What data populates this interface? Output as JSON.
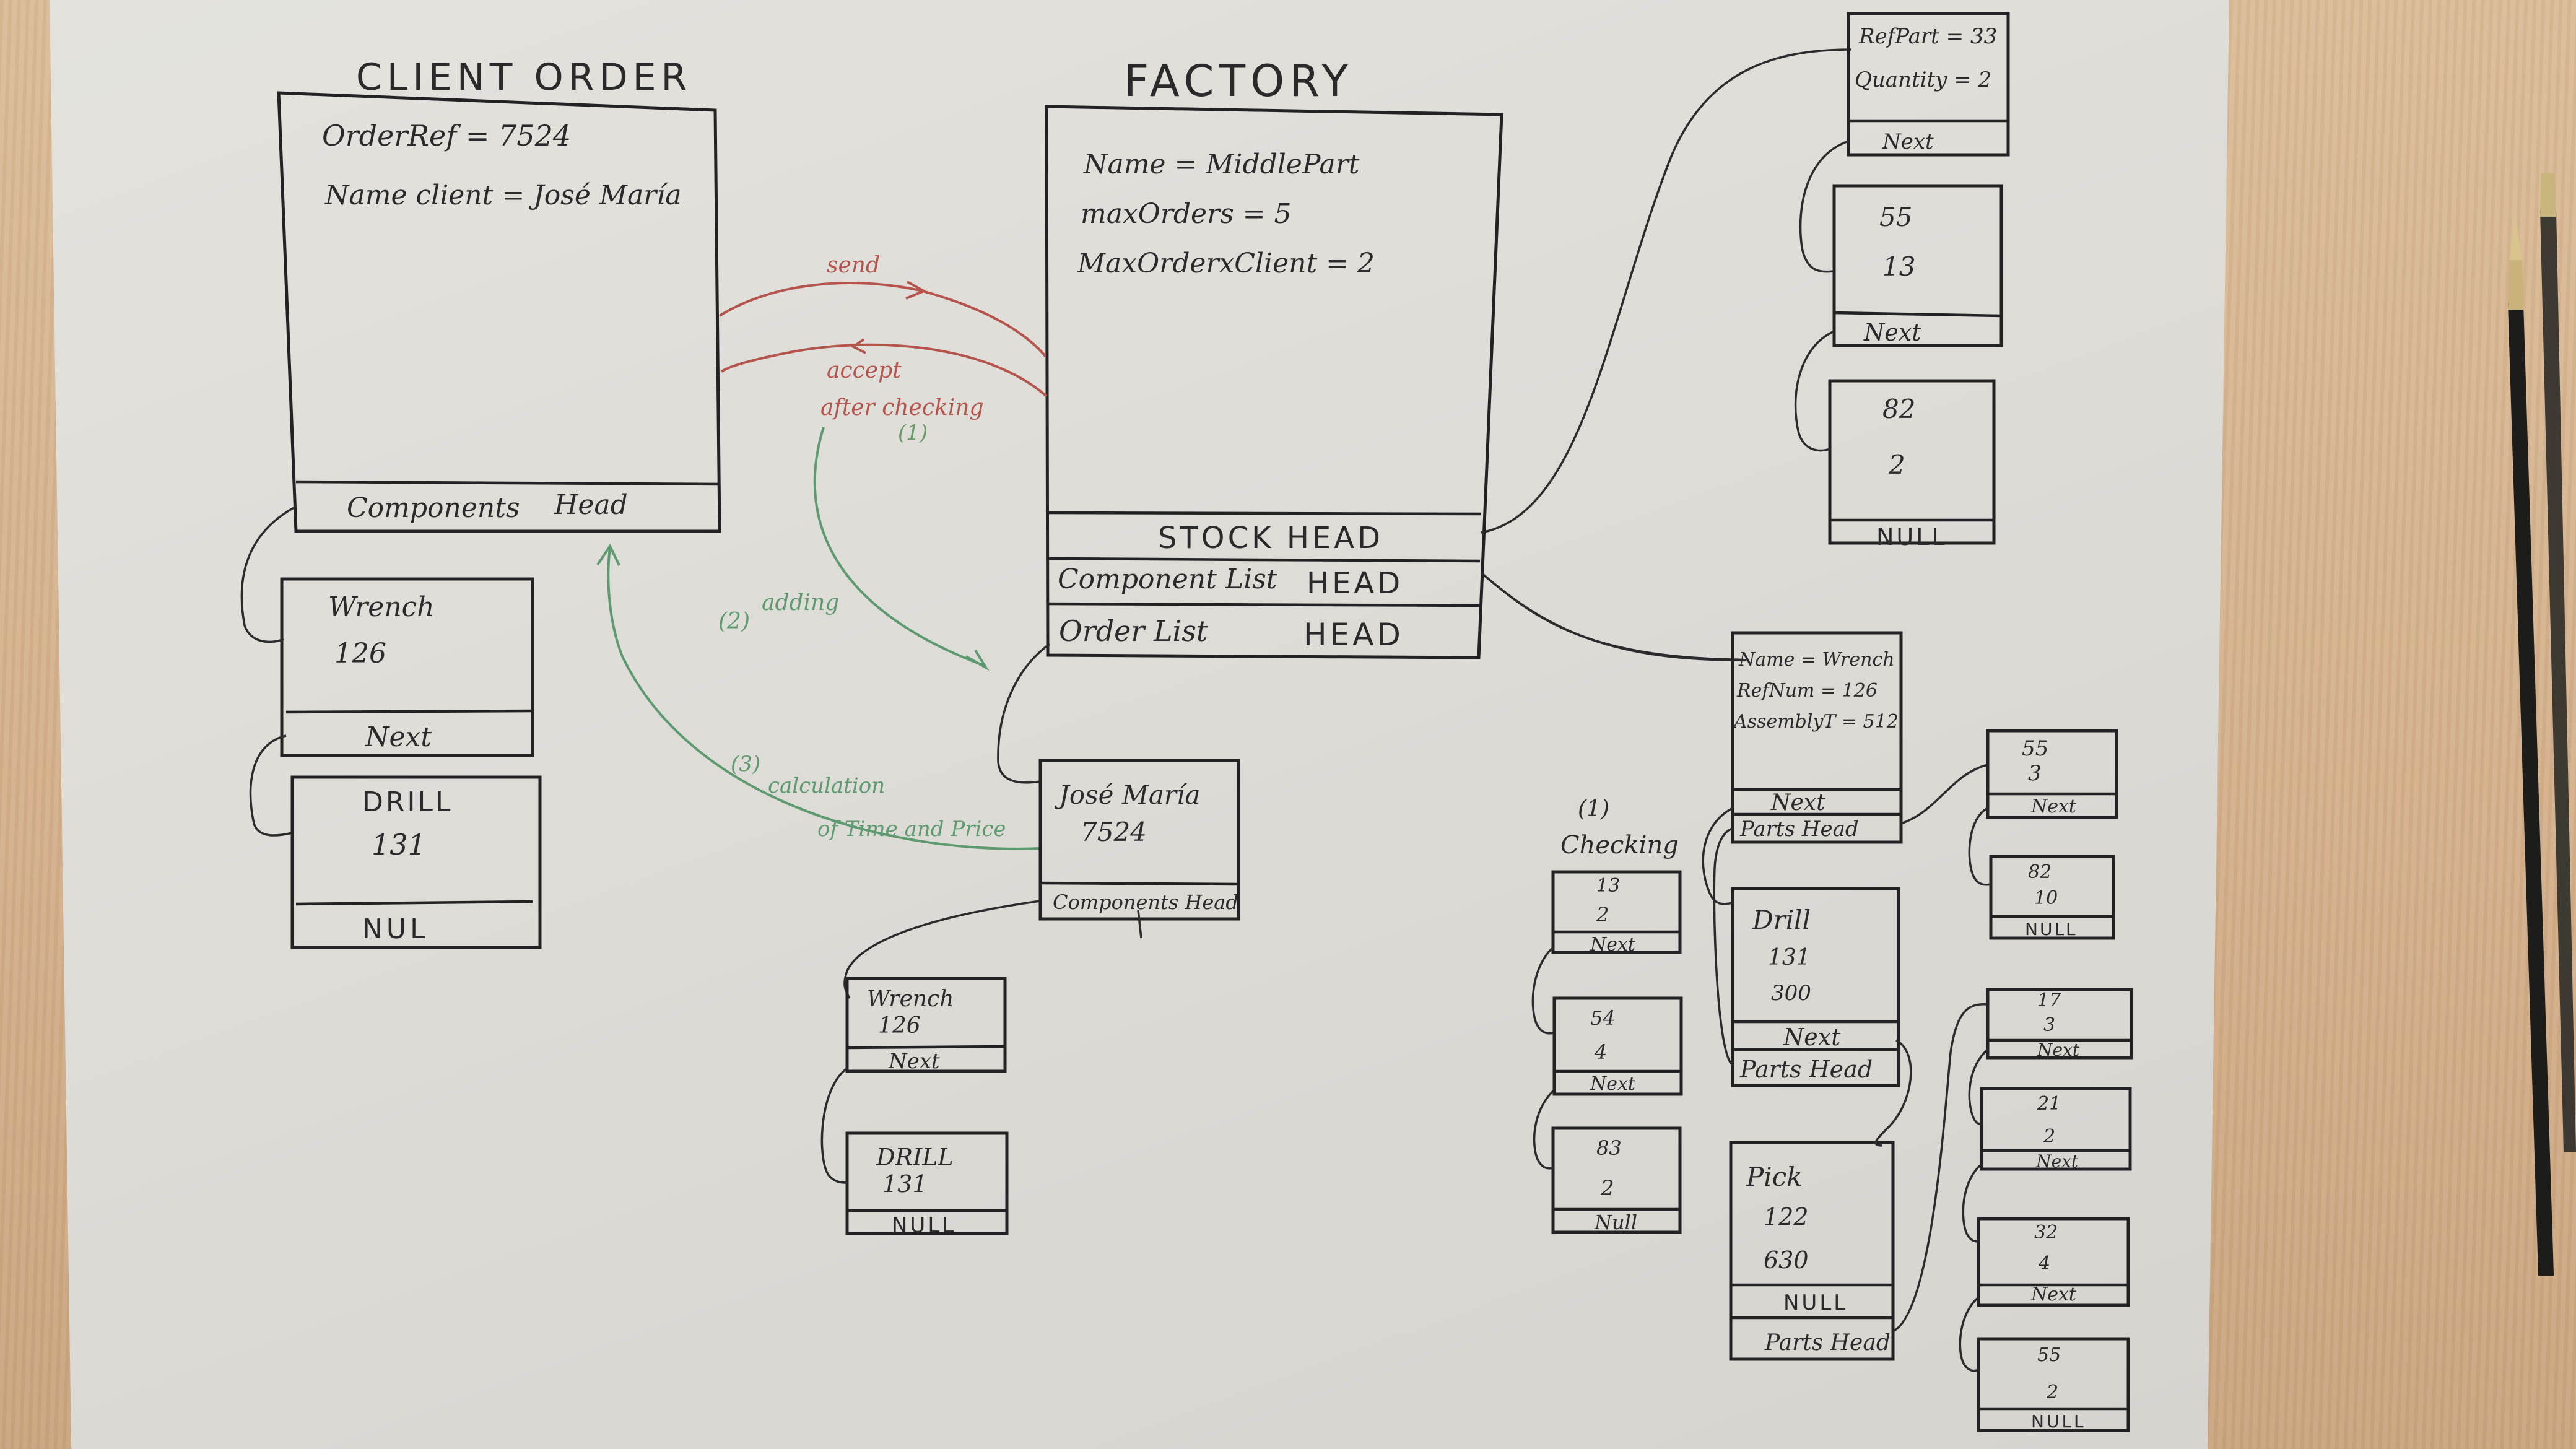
{
  "client_order": {
    "title": "CLIENT ORDER",
    "order_ref": "OrderRef = 7524",
    "name_client": "Name client = José María",
    "components_head": "Components",
    "head": "Head",
    "components": [
      {
        "name": "Wrench",
        "ref": "126",
        "link": "Next"
      },
      {
        "name": "DRILL",
        "ref": "131",
        "link": "NUL"
      }
    ]
  },
  "factory": {
    "title": "FACTORY",
    "name": "Name = MiddlePart",
    "max_orders": "maxOrders = 5",
    "max_order_client": "MaxOrderxClient = 2",
    "stock_head": "STOCK HEAD",
    "component_list": "Component List",
    "order_list": "Order List",
    "head": "HEAD"
  },
  "arrows": {
    "send": "send",
    "accept": "accept",
    "after_checking": "after checking",
    "n1": "(1)",
    "n2": "(2)",
    "adding": "adding",
    "n3": "(3)",
    "calculation_a": "calculation",
    "calculation_b": "of Time and Price",
    "n1_checking": "(1)",
    "checking": "Checking"
  },
  "order_node": {
    "name": "José María",
    "ref": "7524",
    "components_head": "Components Head",
    "components": [
      {
        "name": "Wrench",
        "ref": "126",
        "link": "Next"
      },
      {
        "name": "DRILL",
        "ref": "131",
        "link": "NULL"
      }
    ]
  },
  "stock": [
    {
      "l1": "RefPart = 33",
      "l2": "Quantity = 2",
      "link": "Next"
    },
    {
      "l1": "55",
      "l2": "13",
      "link": "Next"
    },
    {
      "l1": "82",
      "l2": "2",
      "link": "NULL"
    }
  ],
  "component_list": [
    {
      "l1": "Name = Wrench",
      "l2": "RefNum = 126",
      "l3": "AssemblyT = 512",
      "link": "Next",
      "parts": "Parts Head"
    },
    {
      "l1": "Drill",
      "l2": "131",
      "l3": "300",
      "link": "Next",
      "parts": "Parts Head"
    },
    {
      "l1": "Pick",
      "l2": "122",
      "l3": "630",
      "link": "NULL",
      "parts": "Parts Head"
    }
  ],
  "wrench_parts": [
    {
      "a": "55",
      "b": "3",
      "link": "Next"
    },
    {
      "a": "82",
      "b": "10",
      "link": "NULL"
    }
  ],
  "drill_parts": [
    {
      "a": "13",
      "b": "2",
      "link": "Next"
    },
    {
      "a": "54",
      "b": "4",
      "link": "Next"
    },
    {
      "a": "83",
      "b": "2",
      "link": "Null"
    }
  ],
  "pick_parts": [
    {
      "a": "17",
      "b": "3",
      "link": "Next"
    },
    {
      "a": "21",
      "b": "2",
      "link": "Next"
    },
    {
      "a": "32",
      "b": "4",
      "link": "Next"
    },
    {
      "a": "55",
      "b": "2",
      "link": "NULL"
    }
  ],
  "colors": {
    "ink": "#222222",
    "red_ink": "#b5544c",
    "green_ink": "#5e9a70",
    "paper": "#e0dfda",
    "table": "#d6b693"
  }
}
